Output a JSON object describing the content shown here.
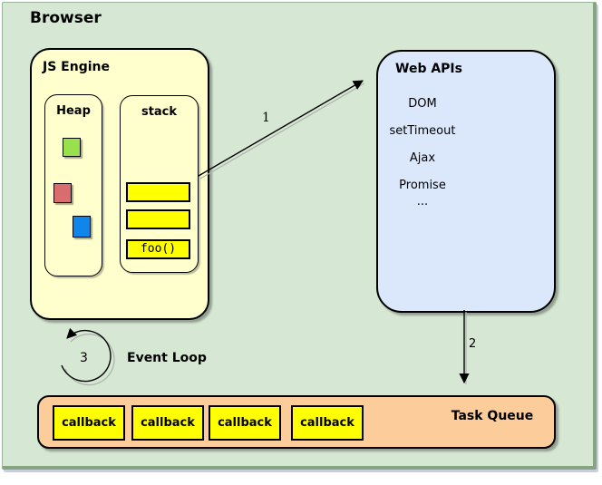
{
  "title": "Browser",
  "js_engine": {
    "label": "JS Engine",
    "heap": {
      "label": "Heap",
      "objects": [
        "green-object",
        "red-object",
        "blue-object"
      ]
    },
    "stack": {
      "label": "stack",
      "frames": [
        "",
        "",
        "foo()"
      ]
    }
  },
  "web_apis": {
    "label": "Web APIs",
    "items": [
      "DOM",
      "setTimeout",
      "Ajax",
      "Promise",
      "..."
    ]
  },
  "arrows": {
    "stack_to_webapis": "1",
    "webapis_to_queue": "2"
  },
  "event_loop": {
    "label": "Event Loop",
    "step": "3"
  },
  "task_queue": {
    "label": "Task Queue",
    "items": [
      "callback",
      "callback",
      "callback",
      "callback"
    ]
  },
  "colors": {
    "canvas_bg": "#d6e7d3",
    "js_engine_fill": "#ffffce",
    "web_apis_fill": "#dbe8fc",
    "task_queue_fill": "#fdcc9b",
    "highlight_yellow": "#ffff00",
    "heap_green": "#99e04d",
    "heap_red": "#d96c6c",
    "heap_blue": "#0e86ea"
  }
}
